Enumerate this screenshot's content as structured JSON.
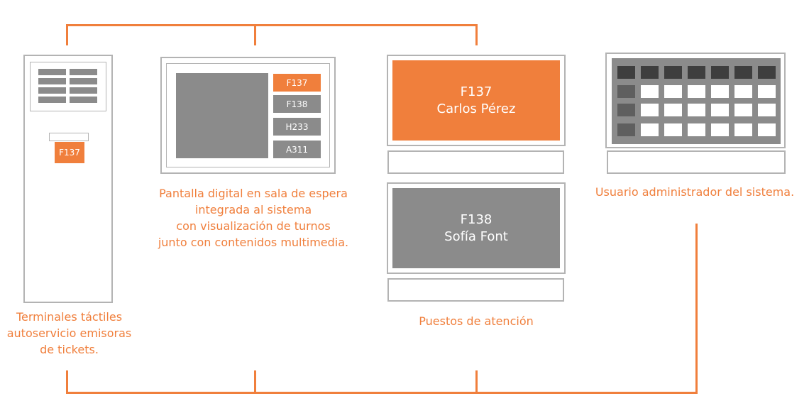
{
  "colors": {
    "accent": "#f07f3c",
    "frame": "#b3b3b3",
    "panel": "#8b8b8b",
    "dark_cell": "#3e3e3e"
  },
  "kiosk": {
    "ticket": "F137",
    "caption": [
      "Terminales táctiles",
      "autoservicio emisoras",
      "de tickets."
    ]
  },
  "display": {
    "queue": [
      "F137",
      "F138",
      "H233",
      "A311"
    ],
    "caption": [
      "Pantalla digital en sala de espera",
      "integrada al sistema",
      "con visualización de turnos",
      "junto con contenidos multimedia."
    ]
  },
  "stations": {
    "active": {
      "ticket": "F137",
      "name": "Carlos Pérez"
    },
    "waiting": {
      "ticket": "F138",
      "name": "Sofía Font"
    },
    "caption": "Puestos de atención"
  },
  "admin": {
    "caption": "Usuario administrador del sistema."
  }
}
